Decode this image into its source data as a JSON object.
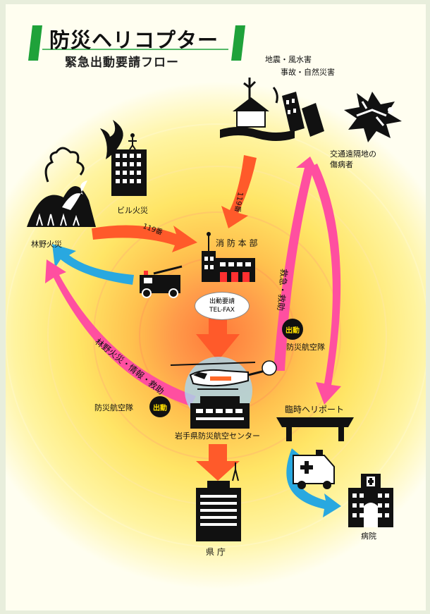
{
  "header": {
    "title": "防災ヘリコプター",
    "subtitle": "緊急出動要請フロー"
  },
  "labels": {
    "disaster_line1": "地震・風水害",
    "disaster_line2": "事故・自然災害",
    "remote_patient_line1": "交通遠隔地の",
    "remote_patient_line2": "傷病者",
    "building_fire": "ビル火災",
    "forest_fire": "林野火災",
    "fire_hq": "消 防 本 部",
    "call_119_top": "119番",
    "call_119_left": "119番",
    "request_line1": "出動要請",
    "request_line2": "TEL-FAX",
    "rescue_arrow": "救急・救助",
    "fire_arrow": "林野火災・情報・救助",
    "dispatch_badge_right": "出動",
    "dispatch_badge_left": "出動",
    "air_corps_right": "防災航空隊",
    "air_corps_left": "防災航空隊",
    "center": "岩手県防災航空センター",
    "temp_heliport": "臨時ヘリポート",
    "hospital": "病院",
    "prefecture": "県 庁"
  },
  "colors": {
    "background": "#fffef0",
    "halo_outer": "#fff6b0",
    "halo_mid": "#ffe566",
    "halo_inner": "#ff9c4a",
    "arrow_orange": "#ff5a2a",
    "arrow_pink": "#ff4fa0",
    "arrow_blue": "#29a8e0",
    "accent_green": "#1fa23a",
    "badge": "#111111",
    "badge_text": "#ffe100"
  }
}
